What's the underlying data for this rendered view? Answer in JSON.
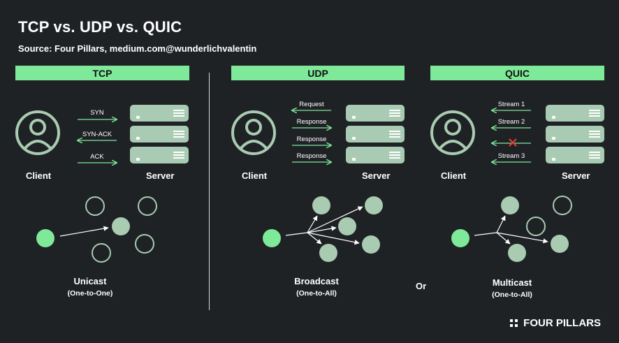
{
  "header": {
    "title": "TCP vs. UDP vs. QUIC",
    "subtitle": "Source: Four Pillars, medium.com@wunderlichvalentin"
  },
  "panels": {
    "tcp": {
      "title": "TCP",
      "client_label": "Client",
      "server_label": "Server",
      "messages": [
        "SYN",
        "SYN-ACK",
        "ACK"
      ],
      "caption": "Unicast",
      "caption_sub": "(One-to-One)"
    },
    "udp": {
      "title": "UDP",
      "client_label": "Client",
      "server_label": "Server",
      "messages": [
        "Request",
        "Response",
        "Response",
        "Response"
      ],
      "caption": "Broadcast",
      "caption_sub": "(One-to-All)"
    },
    "quic": {
      "title": "QUIC",
      "client_label": "Client",
      "server_label": "Server",
      "messages": [
        "Stream 1",
        "Stream 2",
        "Stream 3"
      ],
      "caption": "Multicast",
      "caption_sub": "(One-to-All)"
    }
  },
  "or_label": "Or",
  "brand": "FOUR PILLARS",
  "colors": {
    "background": "#1f2225",
    "accent": "#7fe99a",
    "node_filled": "#a9cbb2",
    "error": "#e23b3b"
  }
}
